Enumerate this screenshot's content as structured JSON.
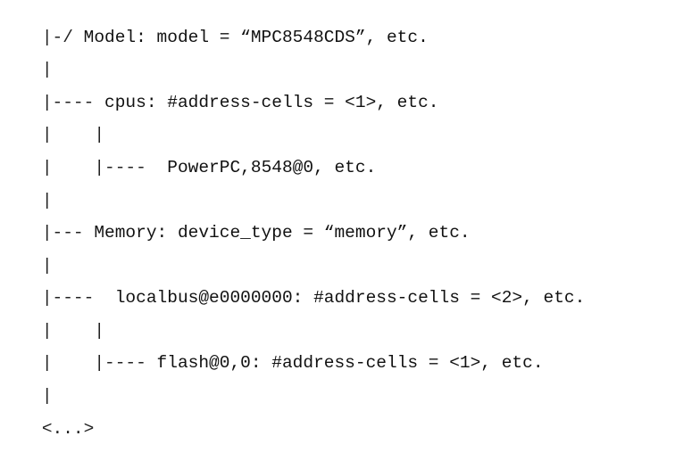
{
  "tree": {
    "lines": [
      {
        "prefix": "|-/ ",
        "text": "Model: model = “MPC8548CDS”, etc."
      },
      {
        "prefix": "|",
        "text": ""
      },
      {
        "prefix": "|---- ",
        "text": "cpus: #address-cells = <1>, etc."
      },
      {
        "prefix": "|    |",
        "text": ""
      },
      {
        "prefix": "|    |----  ",
        "text": "PowerPC,8548@0, etc."
      },
      {
        "prefix": "|",
        "text": ""
      },
      {
        "prefix": "|--- ",
        "text": "Memory: device_type = “memory”, etc."
      },
      {
        "prefix": "|",
        "text": ""
      },
      {
        "prefix": "|----  ",
        "text": "localbus@e0000000: #address-cells = <2>, etc."
      },
      {
        "prefix": "|    |",
        "text": ""
      },
      {
        "prefix": "|    |---- ",
        "text": "flash@0,0: #address-cells = <1>, etc."
      },
      {
        "prefix": "|",
        "text": ""
      },
      {
        "prefix": "<...>",
        "text": ""
      }
    ]
  }
}
